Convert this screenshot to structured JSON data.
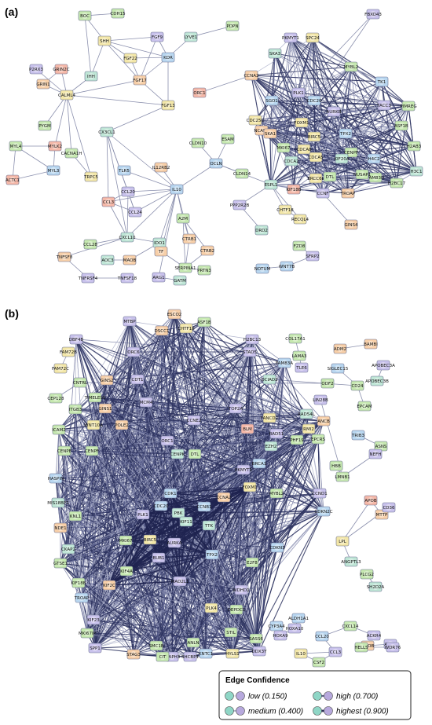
{
  "panels": [
    {
      "label": "(a)",
      "nodes": [
        {
          "id": "BOC",
          "color": "#c6e8b0"
        },
        {
          "id": "CDH15",
          "color": "#c6e8b0"
        },
        {
          "id": "SHH",
          "color": "#f3e7a8"
        },
        {
          "id": "FGF9",
          "color": "#c9c2ec"
        },
        {
          "id": "LYVE1",
          "color": "#bfe6d6"
        },
        {
          "id": "PDPN",
          "color": "#c6e8b0"
        },
        {
          "id": "FBXO43",
          "color": "#c9c2ec"
        },
        {
          "id": "PKMYT1",
          "color": "#c9c2ec"
        },
        {
          "id": "SPC24",
          "color": "#f3e7a8"
        },
        {
          "id": "IHH",
          "color": "#bfe6d6"
        },
        {
          "id": "FGF22",
          "color": "#f3e7a8"
        },
        {
          "id": "KDR",
          "color": "#b9d7f0"
        },
        {
          "id": "SKA3",
          "color": "#bfe6d6"
        },
        {
          "id": "MYBL2",
          "color": "#c6e8b0"
        },
        {
          "id": "P2RX3",
          "color": "#c9c2ec"
        },
        {
          "id": "GRIN2C",
          "color": "#f5b8a8"
        },
        {
          "id": "FGF17",
          "color": "#f7cfa8"
        },
        {
          "id": "ORC1",
          "color": "#f5b8a8"
        },
        {
          "id": "CCNA2",
          "color": "#f7cfa8"
        },
        {
          "id": "PLK1",
          "color": "#c9c2ec"
        },
        {
          "id": "TK1",
          "color": "#b9d7f0"
        },
        {
          "id": "GRIN1",
          "color": "#f7cfa8"
        },
        {
          "id": "FGF13",
          "color": "#f3e7a8"
        },
        {
          "id": "SGO1",
          "color": "#b9d7f0"
        },
        {
          "id": "CDC20",
          "color": "#b9d7f0"
        },
        {
          "id": "AURKB",
          "color": "#c9c2ec"
        },
        {
          "id": "CALML4",
          "color": "#f3e7a8"
        },
        {
          "id": "CDC25C",
          "color": "#f3e7a8"
        },
        {
          "id": "NCAPG",
          "color": "#f7cfa8"
        },
        {
          "id": "TACC3",
          "color": "#c9c2ec"
        },
        {
          "id": "PIMREG",
          "color": "#c6e8b0"
        },
        {
          "id": "PYGM",
          "color": "#c6e8b0"
        },
        {
          "id": "FOXM1",
          "color": "#f3e7a8"
        },
        {
          "id": "SKA1",
          "color": "#f7cfa8"
        },
        {
          "id": "BIRC5",
          "color": "#f3e7a8"
        },
        {
          "id": "TPX2",
          "color": "#b9d7f0"
        },
        {
          "id": "ASF1B",
          "color": "#c6e8b0"
        },
        {
          "id": "MYL4",
          "color": "#c6e8b0"
        },
        {
          "id": "MYLK2",
          "color": "#f5b8a8"
        },
        {
          "id": "CX3CL1",
          "color": "#bfe6d6"
        },
        {
          "id": "CDCA8",
          "color": "#f3e7a8"
        },
        {
          "id": "CENPF",
          "color": "#c6e8b0"
        },
        {
          "id": "CACNA1H",
          "color": "#c6e8b0"
        },
        {
          "id": "CLDN10",
          "color": "#c6e8b0"
        },
        {
          "id": "ESAM",
          "color": "#c6e8b0"
        },
        {
          "id": "MKI67",
          "color": "#c6e8b0"
        },
        {
          "id": "CDCA5",
          "color": "#f3e7a8"
        },
        {
          "id": "KIF20A",
          "color": "#bfe6d6"
        },
        {
          "id": "H4C2",
          "color": "#b9d7f0"
        },
        {
          "id": "H2AB3",
          "color": "#c6e8b0"
        },
        {
          "id": "CDCA2",
          "color": "#bfe6d6"
        },
        {
          "id": "MYL3",
          "color": "#b9d7f0"
        },
        {
          "id": "TRPC5",
          "color": "#f3e7a8"
        },
        {
          "id": "ACTC1",
          "color": "#f5b8a8"
        },
        {
          "id": "TLR5",
          "color": "#b9d7f0"
        },
        {
          "id": "IL12RB2",
          "color": "#f7cfa8"
        },
        {
          "id": "OCLN",
          "color": "#b9d7f0"
        },
        {
          "id": "CLDN14",
          "color": "#c6e8b0"
        },
        {
          "id": "ERCC6L",
          "color": "#f3e7a8"
        },
        {
          "id": "DTL",
          "color": "#c6e8b0"
        },
        {
          "id": "FAM83D",
          "color": "#c6e8b0"
        },
        {
          "id": "H2BC17",
          "color": "#c6e8b0"
        },
        {
          "id": "H3C1",
          "color": "#bfe6d6"
        },
        {
          "id": "CCL20",
          "color": "#c9c2ec"
        },
        {
          "id": "IL10",
          "color": "#b9d7f0"
        },
        {
          "id": "ESPL1",
          "color": "#bfe6d6"
        },
        {
          "id": "KIF18B",
          "color": "#f5b8a8"
        },
        {
          "id": "CCNF",
          "color": "#c9c2ec"
        },
        {
          "id": "TROAP",
          "color": "#f7cfa8"
        },
        {
          "id": "NUSAP1",
          "color": "#c6e8b0"
        },
        {
          "id": "CCL3",
          "color": "#f5b8a8"
        },
        {
          "id": "CCL24",
          "color": "#c9c2ec"
        },
        {
          "id": "PPP2R2B",
          "color": "#c9c2ec"
        },
        {
          "id": "CHTF18",
          "color": "#f3e7a8"
        },
        {
          "id": "A2M",
          "color": "#c6e8b0"
        },
        {
          "id": "DRD2",
          "color": "#bfe6d6"
        },
        {
          "id": "RECQL4",
          "color": "#f3e7a8"
        },
        {
          "id": "GINS4",
          "color": "#f7cfa8"
        },
        {
          "id": "CCL28",
          "color": "#c6e8b0"
        },
        {
          "id": "CXCL10",
          "color": "#bfe6d6"
        },
        {
          "id": "IDO1",
          "color": "#bfe6d6"
        },
        {
          "id": "CTRB1",
          "color": "#f7cfa8"
        },
        {
          "id": "TF",
          "color": "#f7cfa8"
        },
        {
          "id": "CTRB2",
          "color": "#f7cfa8"
        },
        {
          "id": "FZD8",
          "color": "#c6e8b0"
        },
        {
          "id": "SFRP2",
          "color": "#c9c2ec"
        },
        {
          "id": "TNFSF8",
          "color": "#f7cfa8"
        },
        {
          "id": "AOC3",
          "color": "#bfe6d6"
        },
        {
          "id": "MAOB",
          "color": "#f7cfa8"
        },
        {
          "id": "SERPINA1",
          "color": "#c6e8b0"
        },
        {
          "id": "PRTN3",
          "color": "#c6e8b0"
        },
        {
          "id": "NOTUM",
          "color": "#b9d7f0"
        },
        {
          "id": "WNT7B",
          "color": "#b9d7f0"
        },
        {
          "id": "TNFRSF4",
          "color": "#c9c2ec"
        },
        {
          "id": "TNFSF18",
          "color": "#c9c2ec"
        },
        {
          "id": "ARG1",
          "color": "#c9c2ec"
        },
        {
          "id": "GATM",
          "color": "#bfe6d6"
        }
      ]
    },
    {
      "label": "(b)",
      "nodes": [
        {
          "id": "MTBP",
          "color": "#c9c2ec"
        },
        {
          "id": "CHTF18",
          "color": "#f3e7a8"
        },
        {
          "id": "ASF1B",
          "color": "#c6e8b0"
        },
        {
          "id": "ESCO2",
          "color": "#f7cfa8"
        },
        {
          "id": "DBF4B",
          "color": "#c9c2ec"
        },
        {
          "id": "DSCC1",
          "color": "#f7cfa8"
        },
        {
          "id": "H2BC13",
          "color": "#c9c2ec"
        },
        {
          "id": "COL17A1",
          "color": "#c6e8b0"
        },
        {
          "id": "BAMBI",
          "color": "#f7cfa8"
        },
        {
          "id": "FAM72B",
          "color": "#f3e7a8"
        },
        {
          "id": "ADM2",
          "color": "#f7cfa8"
        },
        {
          "id": "ORC6",
          "color": "#c9c2ec"
        },
        {
          "id": "STAD5",
          "color": "#c9c2ec"
        },
        {
          "id": "LAMA3",
          "color": "#c6e8b0"
        },
        {
          "id": "FAM72C",
          "color": "#f3e7a8"
        },
        {
          "id": "FAM83A",
          "color": "#b9d7f0"
        },
        {
          "id": "TLE6",
          "color": "#c9c2ec"
        },
        {
          "id": "SIGLEC15",
          "color": "#b9d7f0"
        },
        {
          "id": "APOBEC3A",
          "color": "#c9c2ec"
        },
        {
          "id": "CNTRL",
          "color": "#c6e8b0"
        },
        {
          "id": "GINS2",
          "color": "#f7cfa8"
        },
        {
          "id": "CDT1",
          "color": "#c9c2ec"
        },
        {
          "id": "ODF2",
          "color": "#c6e8b0"
        },
        {
          "id": "OCIAD2",
          "color": "#bfe6d6"
        },
        {
          "id": "CD24",
          "color": "#c6e8b0"
        },
        {
          "id": "APOBEC3B",
          "color": "#bfe6d6"
        },
        {
          "id": "CEP128",
          "color": "#c6e8b0"
        },
        {
          "id": "TIMELESS",
          "color": "#c6e8b0"
        },
        {
          "id": "GINS1",
          "color": "#f7cfa8"
        },
        {
          "id": "MCM4",
          "color": "#c9c2ec"
        },
        {
          "id": "LIN28B",
          "color": "#c9c2ec"
        },
        {
          "id": "EPCAM",
          "color": "#c6e8b0"
        },
        {
          "id": "ITGB3",
          "color": "#c6e8b0"
        },
        {
          "id": "RAD54L",
          "color": "#bfe6d6"
        },
        {
          "id": "TOP2A",
          "color": "#c9c2ec"
        },
        {
          "id": "RMI2",
          "color": "#f3e7a8"
        },
        {
          "id": "WNT10A",
          "color": "#f3e7a8"
        },
        {
          "id": "CCNE2",
          "color": "#c9c2ec"
        },
        {
          "id": "POLE2",
          "color": "#f7cfa8"
        },
        {
          "id": "ICAM2",
          "color": "#c6e8b0"
        },
        {
          "id": "FANCD2",
          "color": "#f3e7a8"
        },
        {
          "id": "TRIB3",
          "color": "#b9d7f0"
        },
        {
          "id": "ASNS",
          "color": "#c6e8b0"
        },
        {
          "id": "BLM",
          "color": "#f5b8a8"
        },
        {
          "id": "PHF19",
          "color": "#c6e8b0"
        },
        {
          "id": "RAD51",
          "color": "#c9c2ec"
        },
        {
          "id": "EZH2",
          "color": "#bfe6d6"
        },
        {
          "id": "NEFH",
          "color": "#c9c2ec"
        },
        {
          "id": "ORC1",
          "color": "#c9c2ec"
        },
        {
          "id": "ANCB",
          "color": "#f7cfa8"
        },
        {
          "id": "EPCRS",
          "color": "#c6e8b0"
        },
        {
          "id": "PKMYT1",
          "color": "#c9c2ec"
        },
        {
          "id": "CENPK",
          "color": "#bfe6d6"
        },
        {
          "id": "DTL",
          "color": "#c6e8b0"
        },
        {
          "id": "CDK1",
          "color": "#b9d7f0"
        },
        {
          "id": "BRCA1",
          "color": "#b9d7f0"
        },
        {
          "id": "HBB",
          "color": "#c6e8b0"
        },
        {
          "id": "LMNB1",
          "color": "#c6e8b0"
        },
        {
          "id": "MYBL2",
          "color": "#c6e8b0"
        },
        {
          "id": "CCND1",
          "color": "#c9c2ec"
        },
        {
          "id": "CDKN2C",
          "color": "#b9d7f0"
        },
        {
          "id": "PBK",
          "color": "#bfe6d6"
        },
        {
          "id": "TTK",
          "color": "#bfe6d6"
        },
        {
          "id": "CCNB1",
          "color": "#b9d7f0"
        },
        {
          "id": "AURKA",
          "color": "#c9c2ec"
        },
        {
          "id": "PLK1",
          "color": "#c9c2ec"
        },
        {
          "id": "CDC20",
          "color": "#b9d7f0"
        },
        {
          "id": "CCNA2",
          "color": "#f7cfa8"
        },
        {
          "id": "BUB1",
          "color": "#c9c2ec"
        },
        {
          "id": "KIF11",
          "color": "#bfe6d6"
        },
        {
          "id": "BIRC5",
          "color": "#f3e7a8"
        },
        {
          "id": "MKI67",
          "color": "#c6e8b0"
        },
        {
          "id": "TPX2",
          "color": "#b9d7f0"
        },
        {
          "id": "FOXM1",
          "color": "#f3e7a8"
        },
        {
          "id": "CDKN3",
          "color": "#b9d7f0"
        },
        {
          "id": "APOB",
          "color": "#f5b8a8"
        },
        {
          "id": "MTTP",
          "color": "#f7cfa8"
        },
        {
          "id": "LPL",
          "color": "#f3e7a8"
        },
        {
          "id": "ANGPTL3",
          "color": "#bfe6d6"
        },
        {
          "id": "KIF2C",
          "color": "#f7cfa8"
        },
        {
          "id": "KIF4A",
          "color": "#c6e8b0"
        },
        {
          "id": "MAD2L1",
          "color": "#c9c2ec"
        },
        {
          "id": "E2F8",
          "color": "#c6e8b0"
        },
        {
          "id": "DEPDC1",
          "color": "#c6e8b0"
        },
        {
          "id": "PLK4",
          "color": "#f3e7a8"
        },
        {
          "id": "STIL",
          "color": "#c6e8b0"
        },
        {
          "id": "SASS6",
          "color": "#c6e8b0"
        },
        {
          "id": "HYLS1",
          "color": "#f3e7a8"
        },
        {
          "id": "DDX3Y",
          "color": "#c9c2ec"
        },
        {
          "id": "IL10",
          "color": "#f3e7a8"
        },
        {
          "id": "CCL3",
          "color": "#c9c2ec"
        },
        {
          "id": "CSF2",
          "color": "#c6e8b0"
        },
        {
          "id": "CCL20",
          "color": "#b9d7f0"
        },
        {
          "id": "CXCL14",
          "color": "#c6e8b0"
        },
        {
          "id": "ACKR4",
          "color": "#c9c2ec"
        },
        {
          "id": "AOC1",
          "color": "#c9c2ec"
        },
        {
          "id": "MAOB",
          "color": "#f7cfa8"
        },
        {
          "id": "HELLS",
          "color": "#c6e8b0"
        },
        {
          "id": "WDR76",
          "color": "#c9c2ec"
        },
        {
          "id": "SH2D2A",
          "color": "#bfe6d6"
        },
        {
          "id": "PLCG2",
          "color": "#c6e8b0"
        },
        {
          "id": "CD36",
          "color": "#c9c2ec"
        },
        {
          "id": "ALDH1A1",
          "color": "#b9d7f0"
        },
        {
          "id": "HOXA10",
          "color": "#c9c2ec"
        },
        {
          "id": "CYP3A4",
          "color": "#b9d7f0"
        },
        {
          "id": "HOXA9",
          "color": "#c9c2ec"
        },
        {
          "id": "CENPE",
          "color": "#c6e8b0"
        },
        {
          "id": "CENPF",
          "color": "#c6e8b0"
        },
        {
          "id": "HASPIN",
          "color": "#b9d7f0"
        },
        {
          "id": "MIS18BP1",
          "color": "#bfe6d6"
        },
        {
          "id": "KNL1",
          "color": "#c6e8b0"
        },
        {
          "id": "NDE1",
          "color": "#f7cfa8"
        },
        {
          "id": "CKAP2",
          "color": "#bfe6d6"
        },
        {
          "id": "GTSE1",
          "color": "#c6e8b0"
        },
        {
          "id": "KIF18B",
          "color": "#c6e8b0"
        },
        {
          "id": "TROAP",
          "color": "#b9d7f0"
        },
        {
          "id": "KIF23",
          "color": "#c9c2ec"
        },
        {
          "id": "MKI67IP",
          "color": "#c6e8b0"
        },
        {
          "id": "SPP1",
          "color": "#c9c2ec"
        },
        {
          "id": "STAG3",
          "color": "#f7cfa8"
        },
        {
          "id": "SMC1B",
          "color": "#c6e8b0"
        },
        {
          "id": "DIAPH3",
          "color": "#c9c2ec"
        },
        {
          "id": "SHCBP1",
          "color": "#c9c2ec"
        },
        {
          "id": "ANLN",
          "color": "#c6e8b0"
        },
        {
          "id": "KNTC1",
          "color": "#b9d7f0"
        },
        {
          "id": "CIT",
          "color": "#c6e8b0"
        },
        {
          "id": "WDHD1",
          "color": "#c9c2ec"
        }
      ]
    }
  ],
  "legend": {
    "title": "Edge Confidence",
    "items": [
      {
        "label": "low (0.150)",
        "line_color": "#d6d8e2",
        "line_width": 1
      },
      {
        "label": "medium (0.400)",
        "line_color": "#9ea3bd",
        "line_width": 1.6
      },
      {
        "label": "high (0.700)",
        "line_color": "#5a6088",
        "line_width": 2.2
      },
      {
        "label": "highest (0.900)",
        "line_color": "#2a2f58",
        "line_width": 2.8
      }
    ]
  }
}
